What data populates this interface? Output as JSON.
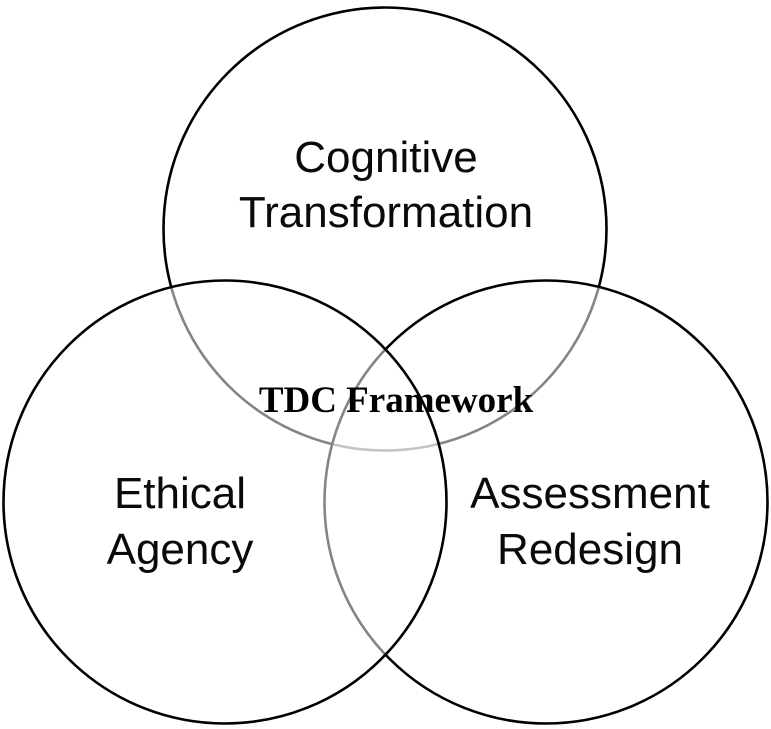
{
  "diagram": {
    "type": "venn-3",
    "center_label": "TDC Framework",
    "circles": [
      {
        "id": "cognitive-transformation",
        "lines": [
          "Cognitive",
          "Transformation"
        ]
      },
      {
        "id": "ethical-agency",
        "lines": [
          "Ethical",
          "Agency"
        ]
      },
      {
        "id": "assessment-redesign",
        "lines": [
          "Assessment",
          "Redesign"
        ]
      }
    ],
    "colors": {
      "background": "#ffffff",
      "circle_stroke": "#000000",
      "circle_fill": "#ffffff",
      "arc_under_one_fill": "#858585",
      "arc_under_two_fills": "#c4c4c4",
      "label_text": "#0a0a0a",
      "center_text": "#000000"
    }
  }
}
